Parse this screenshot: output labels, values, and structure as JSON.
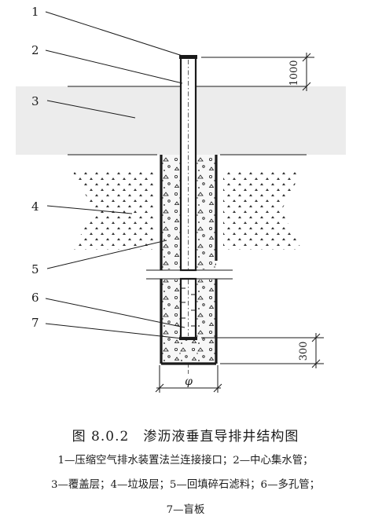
{
  "labels": {
    "n1": "1",
    "n2": "2",
    "n3": "3",
    "n4": "4",
    "n5": "5",
    "n6": "6",
    "n7": "7"
  },
  "dimensions": {
    "top_extension": "1000",
    "bottom_depth": "300",
    "diameter_symbol": "φ"
  },
  "caption": {
    "figure_no": "图 8.0.2",
    "title": "渗沥液垂直导排井结构图"
  },
  "legend": {
    "line1": "1—压缩空气排水装置法兰连接接口；2—中心集水管；",
    "line2": "3—覆盖层；4—垃圾层；5—回填碎石滤料；6—多孔管；",
    "line3": "7—盲板"
  },
  "colors": {
    "line": "#1a1a1a",
    "cover_layer": "#ececec",
    "gravel_bg": "#f7f7f7"
  }
}
